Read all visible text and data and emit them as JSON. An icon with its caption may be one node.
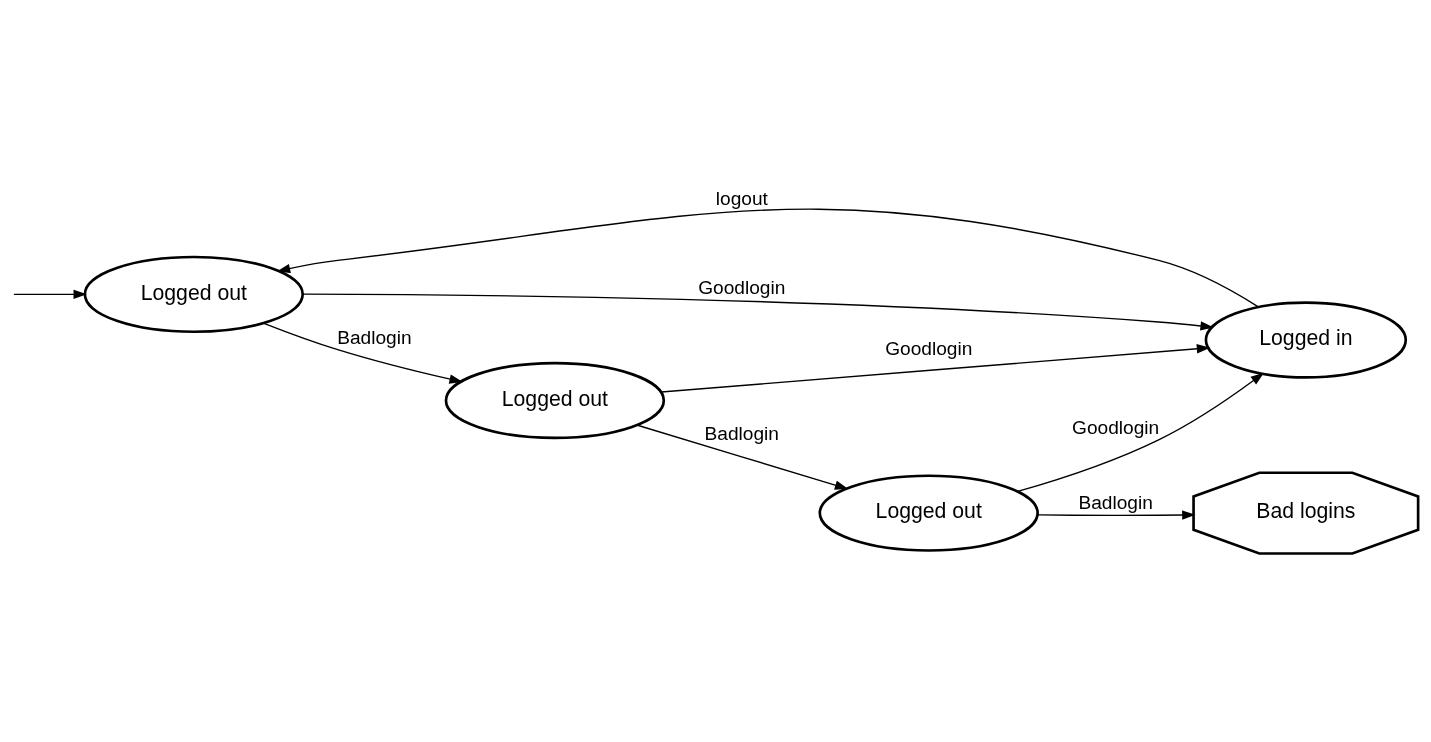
{
  "diagram": {
    "nodes": [
      {
        "text": [
          "Logged out"
        ]
      },
      {
        "text": [
          "Logged in"
        ]
      },
      {
        "text": [
          "Logged out"
        ]
      },
      {
        "text": [
          "Logged out"
        ]
      },
      {
        "text": [
          "Bad logins"
        ]
      }
    ],
    "edges": [
      {
        "from": null,
        "to": 0,
        "arrow": "to"
      },
      {
        "from": 1,
        "to": 0,
        "arrow": "to",
        "label": "logout"
      },
      {
        "from": 0,
        "to": 1,
        "arrow": "to",
        "label": "Goodlogin"
      },
      {
        "from": 0,
        "to": 2,
        "arrow": "to",
        "label": "Badlogin"
      },
      {
        "from": 2,
        "to": 1,
        "arrow": "to",
        "label": "Goodlogin"
      },
      {
        "from": 2,
        "to": 3,
        "arrow": "to",
        "label": "Badlogin"
      },
      {
        "from": 3,
        "to": 1,
        "arrow": "to",
        "label": "Goodlogin"
      },
      {
        "from": 3,
        "to": 4,
        "arrow": "to",
        "label": "Badlogin"
      }
    ]
  }
}
